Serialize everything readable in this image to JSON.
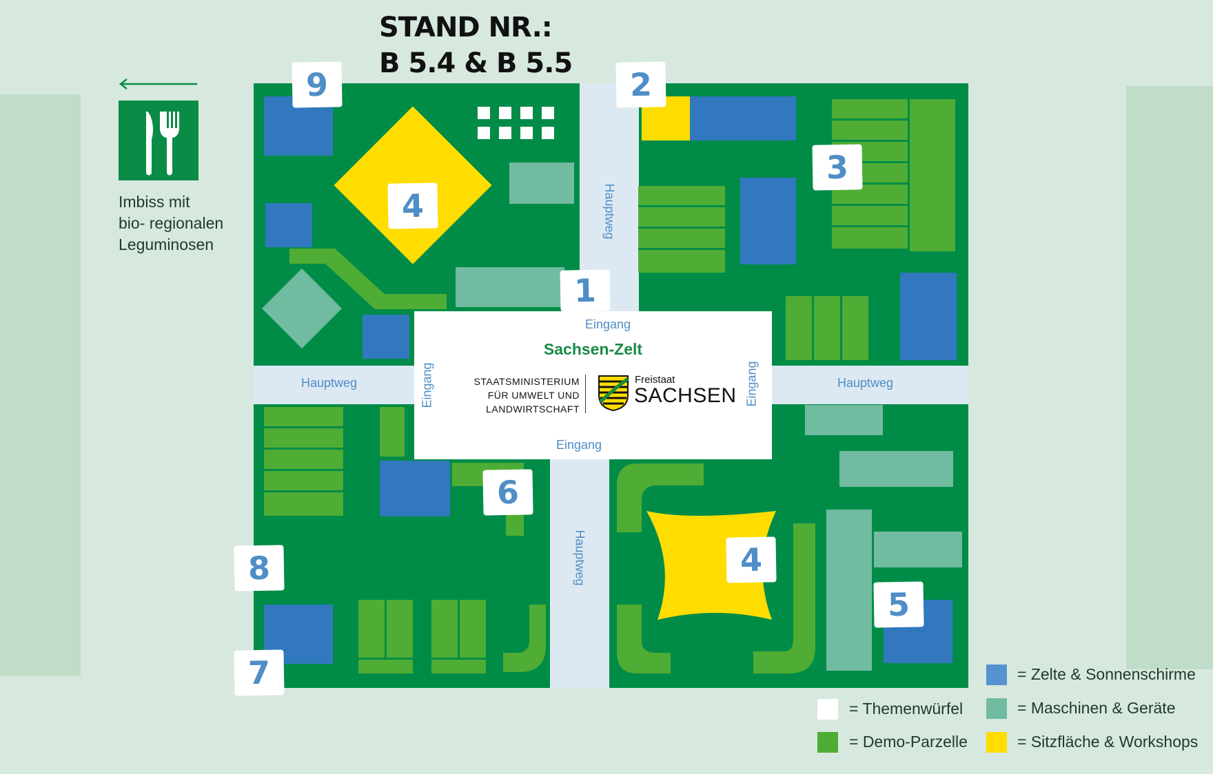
{
  "header": {
    "stand_line1": "STAND NR.:",
    "stand_line2": "B  5.4 & B  5.5"
  },
  "imbiss": {
    "line1": "Imbiss mit",
    "line2": "bio- regionalen",
    "line3": "Leguminosen",
    "icon": "fork-knife-icon"
  },
  "paths": {
    "hauptweg": "Hauptweg",
    "eingang": "Eingang"
  },
  "tent": {
    "name": "Sachsen-Zelt",
    "ministry_line1": "STAATSMINISTERIUM",
    "ministry_line2": "FÜR UMWELT UND",
    "ministry_line3": "LANDWIRTSCHAFT",
    "freistaat": "Freistaat",
    "sachsen": "SACHSEN"
  },
  "numbers": {
    "n1": "1",
    "n2": "2",
    "n3": "3",
    "n4a": "4",
    "n4b": "4",
    "n5": "5",
    "n6": "6",
    "n7": "7",
    "n8": "8",
    "n9": "9"
  },
  "legend": {
    "themenwuerfel": "= Themenwürfel",
    "demo": "= Demo-Parzelle",
    "zelte": "= Zelte & Sonnenschirme",
    "maschinen": "= Maschinen & Geräte",
    "sitzflaeche": "= Sitzfläche & Workshops"
  },
  "colors": {
    "background": "#d7e9de",
    "plot": "#008c47",
    "zelte": "#3178bf",
    "maschinen": "#71bba1",
    "sitzflaeche": "#ffdd00",
    "demo": "#4fac34",
    "themenwuerfel": "#ffffff",
    "path": "#dde9f2"
  }
}
